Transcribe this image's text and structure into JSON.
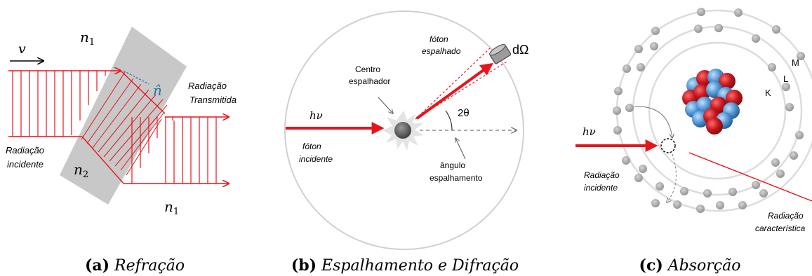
{
  "panel_a": {
    "v": "v",
    "n1_top": "n",
    "n1_top_sub": "1",
    "n_hat": "n̂",
    "radiacao_transmitida_1": "Radiação",
    "radiacao_transmitida_2": "Transmitida",
    "radiacao_incidente_1": "Radiação",
    "radiacao_incidente_2": "incidente",
    "n2": "n",
    "n2_sub": "2",
    "n1_bottom": "n",
    "n1_bottom_sub": "1",
    "caption_letter": "(a)",
    "caption_text": "Refração"
  },
  "panel_b": {
    "fot_esp_1": "fóton",
    "fot_esp_2": "espalhado",
    "domega": "dΩ",
    "centro_1": "Centro",
    "centro_2": "espalhador",
    "hv": "hν",
    "theta": "2θ",
    "fot_inc_1": "fóton",
    "fot_inc_2": "incidente",
    "angulo_1": "ângulo",
    "angulo_2": "espalhamento",
    "caption_letter": "(b)",
    "caption_text": "Espalhamento e Difração"
  },
  "panel_c": {
    "M": "M",
    "L": "L",
    "K": "K",
    "hv": "hν",
    "rad_inc_1": "Radiação",
    "rad_inc_2": "incidente",
    "rad_car_1": "Radiação",
    "rad_car_2": "característica",
    "caption_letter": "(c)",
    "caption_text": "Absorção"
  },
  "colors": {
    "ray": "#e8141c",
    "slab": "#c8c8c8",
    "orbit": "#dcdcdc",
    "electron": "#a9a9a9",
    "proton": "#c4161c",
    "neutron": "#4f94d4"
  }
}
